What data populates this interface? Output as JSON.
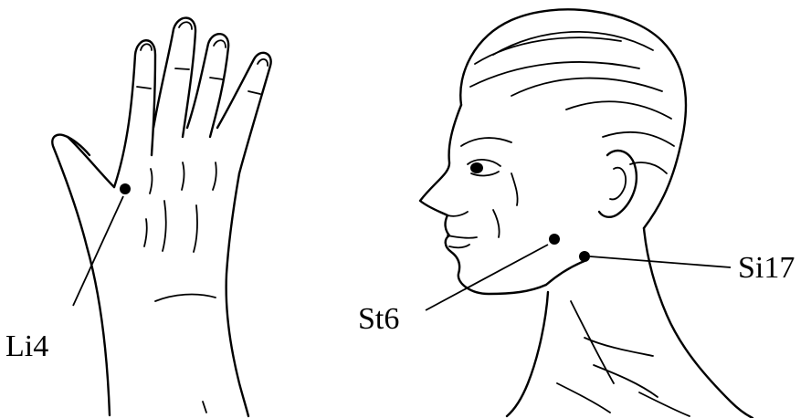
{
  "figure": {
    "points": [
      {
        "id": "li4",
        "label": "Li4",
        "region": "hand"
      },
      {
        "id": "st6",
        "label": "St6",
        "region": "jaw"
      },
      {
        "id": "si17",
        "label": "Si17",
        "region": "neck"
      }
    ]
  },
  "colors": {
    "ink": "#000000",
    "background": "#ffffff"
  }
}
